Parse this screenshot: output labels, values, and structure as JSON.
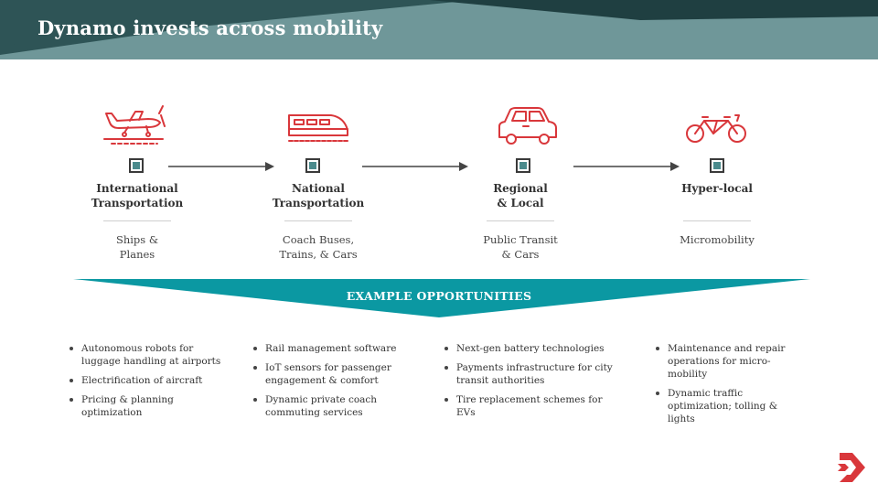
{
  "header": {
    "title": "Dynamo invests across mobility"
  },
  "colors": {
    "header_dark": "#2e5456",
    "header_light": "#6f9799",
    "accent_teal": "#0b98a2",
    "icon_red": "#d9373b",
    "node_fill": "#4a8a8c"
  },
  "stages": [
    {
      "icon": "airplane-icon",
      "title": "International\nTransportation",
      "description": "Ships &\nPlanes"
    },
    {
      "icon": "train-icon",
      "title": "National\nTransportation",
      "description": "Coach Buses,\nTrains, & Cars"
    },
    {
      "icon": "car-icon",
      "title": "Regional\n& Local",
      "description": "Public Transit\n& Cars"
    },
    {
      "icon": "bicycle-icon",
      "title": "Hyper-local",
      "description": "Micromobility"
    }
  ],
  "banner": {
    "label": "EXAMPLE OPPORTUNITIES"
  },
  "opportunities": [
    [
      "Autonomous robots for luggage handling at airports",
      "Electrification of aircraft",
      "Pricing & planning optimization"
    ],
    [
      "Rail management software",
      "IoT sensors for passenger engagement & comfort",
      "Dynamic private coach commuting services"
    ],
    [
      "Next-gen battery technologies",
      "Payments infrastructure for city transit authorities",
      "Tire replacement schemes for EVs"
    ],
    [
      "Maintenance and repair operations for micro-mobility",
      "Dynamic traffic optimization; tolling & lights"
    ]
  ]
}
